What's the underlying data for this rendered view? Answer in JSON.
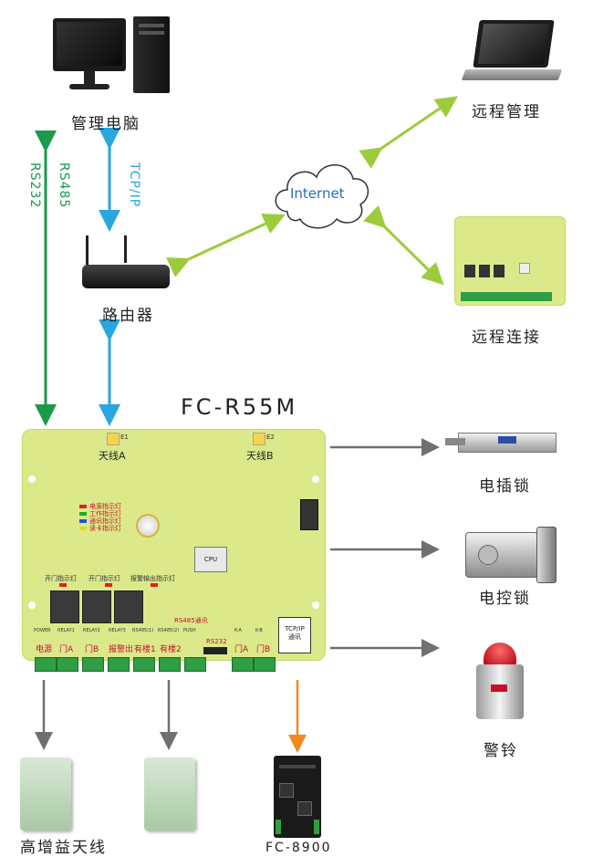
{
  "labels": {
    "pc": "管理电脑",
    "router": "路由器",
    "remote_manage": "远程管理",
    "remote_connect": "远程连接",
    "internet": "Internet",
    "board_title": "FC-R55M",
    "rs485": "RS485",
    "rs232": "RS232",
    "tcpip": "TCP/IP",
    "electric_bolt": "电插锁",
    "electric_lock": "电控锁",
    "alarm_bell": "警铃",
    "high_gain_antenna": "高增益天线",
    "fc8900": "FC-8900"
  },
  "board": {
    "antenna_a": "天线A",
    "antenna_b": "天线B",
    "e1": "E1",
    "e2": "E2",
    "leds": [
      "电源指示灯",
      "工作指示灯",
      "通讯指示灯",
      "读卡指示灯"
    ],
    "cpu": "CPU",
    "relay_labels": [
      "开门指示灯",
      "开门指示灯",
      "报警输出指示灯"
    ],
    "rs485_comm": "RS485通讯",
    "rs232": "RS232",
    "tcpip_box": "TCP/IP",
    "tcpip_sub": "通讯",
    "terminals": [
      "电源",
      "门A",
      "门B",
      "报警出",
      "有楼1",
      "有楼2",
      "",
      "门A",
      "门B"
    ],
    "terminal_tops": [
      "POWER",
      "RELAY1",
      "RELAY2",
      "RELAY3",
      "RS485(1)",
      "RS485(2)",
      "PUSH",
      "K-A",
      "K-B"
    ]
  },
  "colors": {
    "green_arrow": "#1a9a4a",
    "blue_arrow": "#2aa6de",
    "lime_arrow": "#9ccc3c",
    "gray_arrow": "#707070",
    "orange_arrow": "#f08a1e",
    "board": "#dbe98a"
  }
}
